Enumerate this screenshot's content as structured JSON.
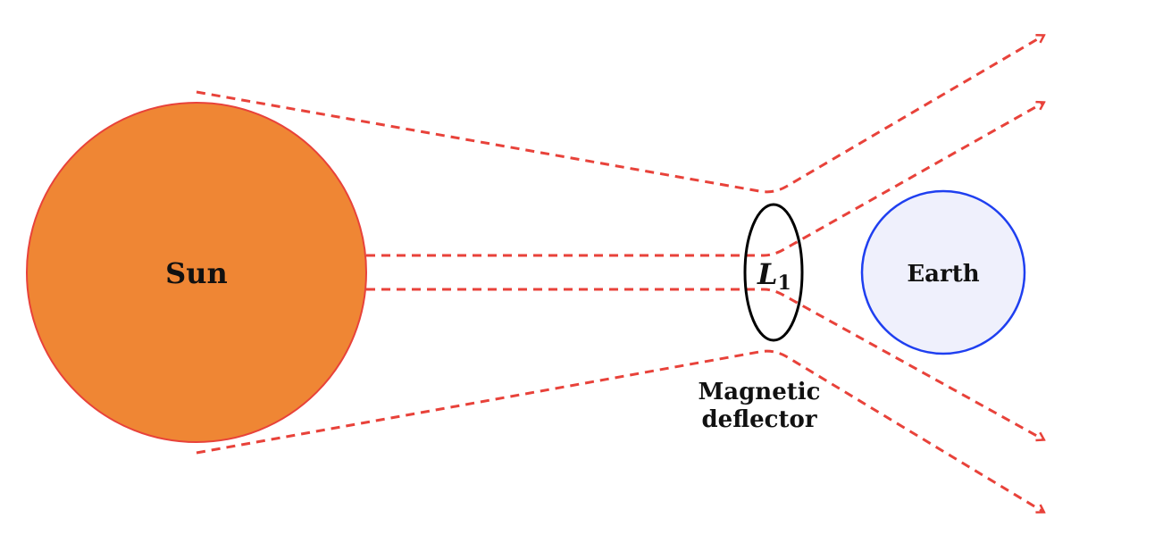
{
  "labels": {
    "sun": "Sun",
    "l1_main": "L",
    "l1_sub": "1",
    "deflector_line1": "Magnetic",
    "deflector_line2": "deflector",
    "earth": "Earth"
  },
  "colors": {
    "sun_fill": "#ef8634",
    "sun_stroke": "#e8423a",
    "earth_fill": "#eff0fc",
    "earth_stroke": "#1f3ff0",
    "ray": "#e8423a",
    "deflector": "#000000"
  }
}
